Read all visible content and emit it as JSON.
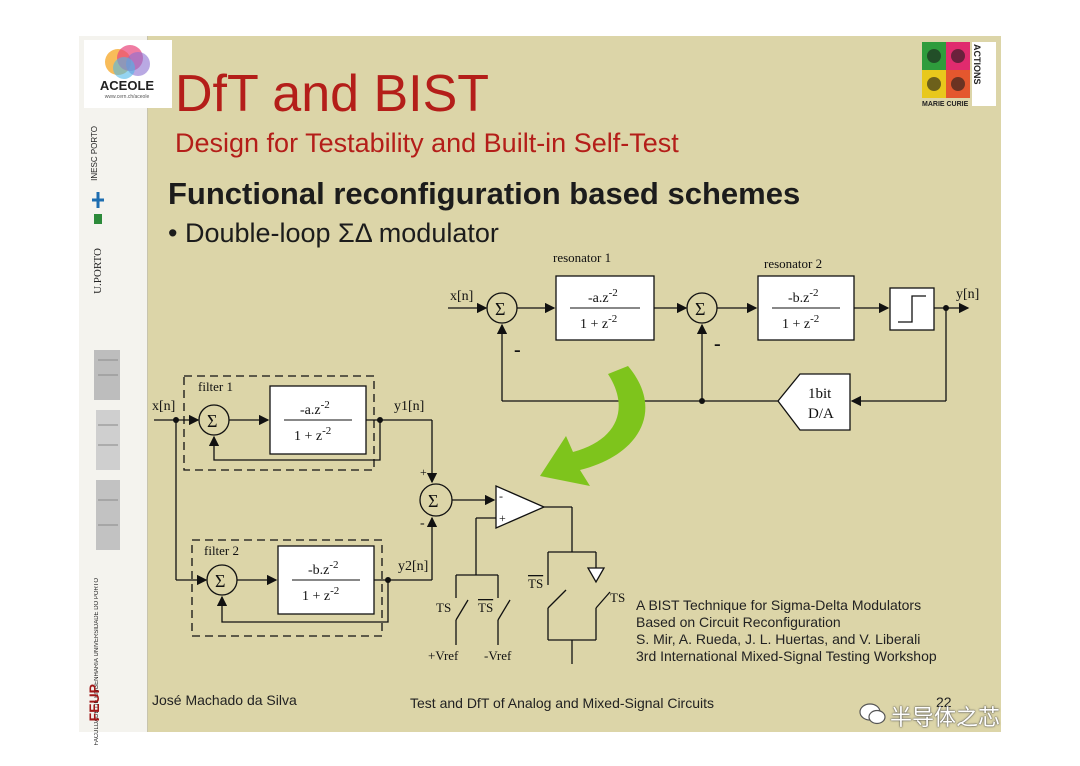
{
  "slide": {
    "title": "DfT and BIST",
    "subtitle": "Design for Testability and Built-in Self-Test",
    "heading": "Functional reconfiguration based schemes",
    "bullet": "•   Double-loop ΣΔ modulator"
  },
  "footer": {
    "author": "José Machado da Silva",
    "course": "Test and DfT of Analog and Mixed-Signal Circuits",
    "page_number": "22"
  },
  "reference": {
    "lines": [
      "A BIST Technique for Sigma-Delta Modulators",
      "Based on Circuit Reconfiguration",
      "S. Mir, A. Rueda, J. L. Huertas, and V. Liberali",
      "3rd International Mixed-Signal Testing Workshop"
    ]
  },
  "logos": {
    "aceole_name": "ACEOLE",
    "aceole_url": "www.cern.ch/aceole",
    "marie_curie": "MARIE CURIE",
    "actions": "ACTIONS",
    "inesc": "INESC PORTO",
    "uporto": "U.PORTO",
    "feup": "FEUP",
    "faculdade": "FACULDADE DE ENGENHARIA",
    "universidade": "UNIVERSIDADE DO PORTO"
  },
  "watermark": "半导体之芯",
  "diagram": {
    "top": {
      "input": "x[n]",
      "output": "y[n]",
      "sum": "Σ",
      "minus": "-",
      "resonator1_label": "resonator 1",
      "resonator2_label": "resonator 2",
      "resonator1_num": "-a.z",
      "resonator2_num": "-b.z",
      "den": "1 + z",
      "exp": "-2",
      "dac_line1": "1bit",
      "dac_line2": "D/A"
    },
    "bottom": {
      "input": "x[n]",
      "filter1_label": "filter 1",
      "filter2_label": "filter 2",
      "filter1_num": "-a.z",
      "filter2_num": "-b.z",
      "den": "1 + z",
      "exp": "-2",
      "y1": "y1[n]",
      "y2": "y2[n]",
      "sum": "Σ",
      "plus": "+",
      "minus": "-",
      "ts": "TS",
      "ts_bar": "TS",
      "vref_pos": "+Vref",
      "vref_neg": "-Vref"
    }
  },
  "colors": {
    "slide_bg": "#dcd5a8",
    "title_red": "#b41e19",
    "arrow_green": "#7ec41c"
  }
}
